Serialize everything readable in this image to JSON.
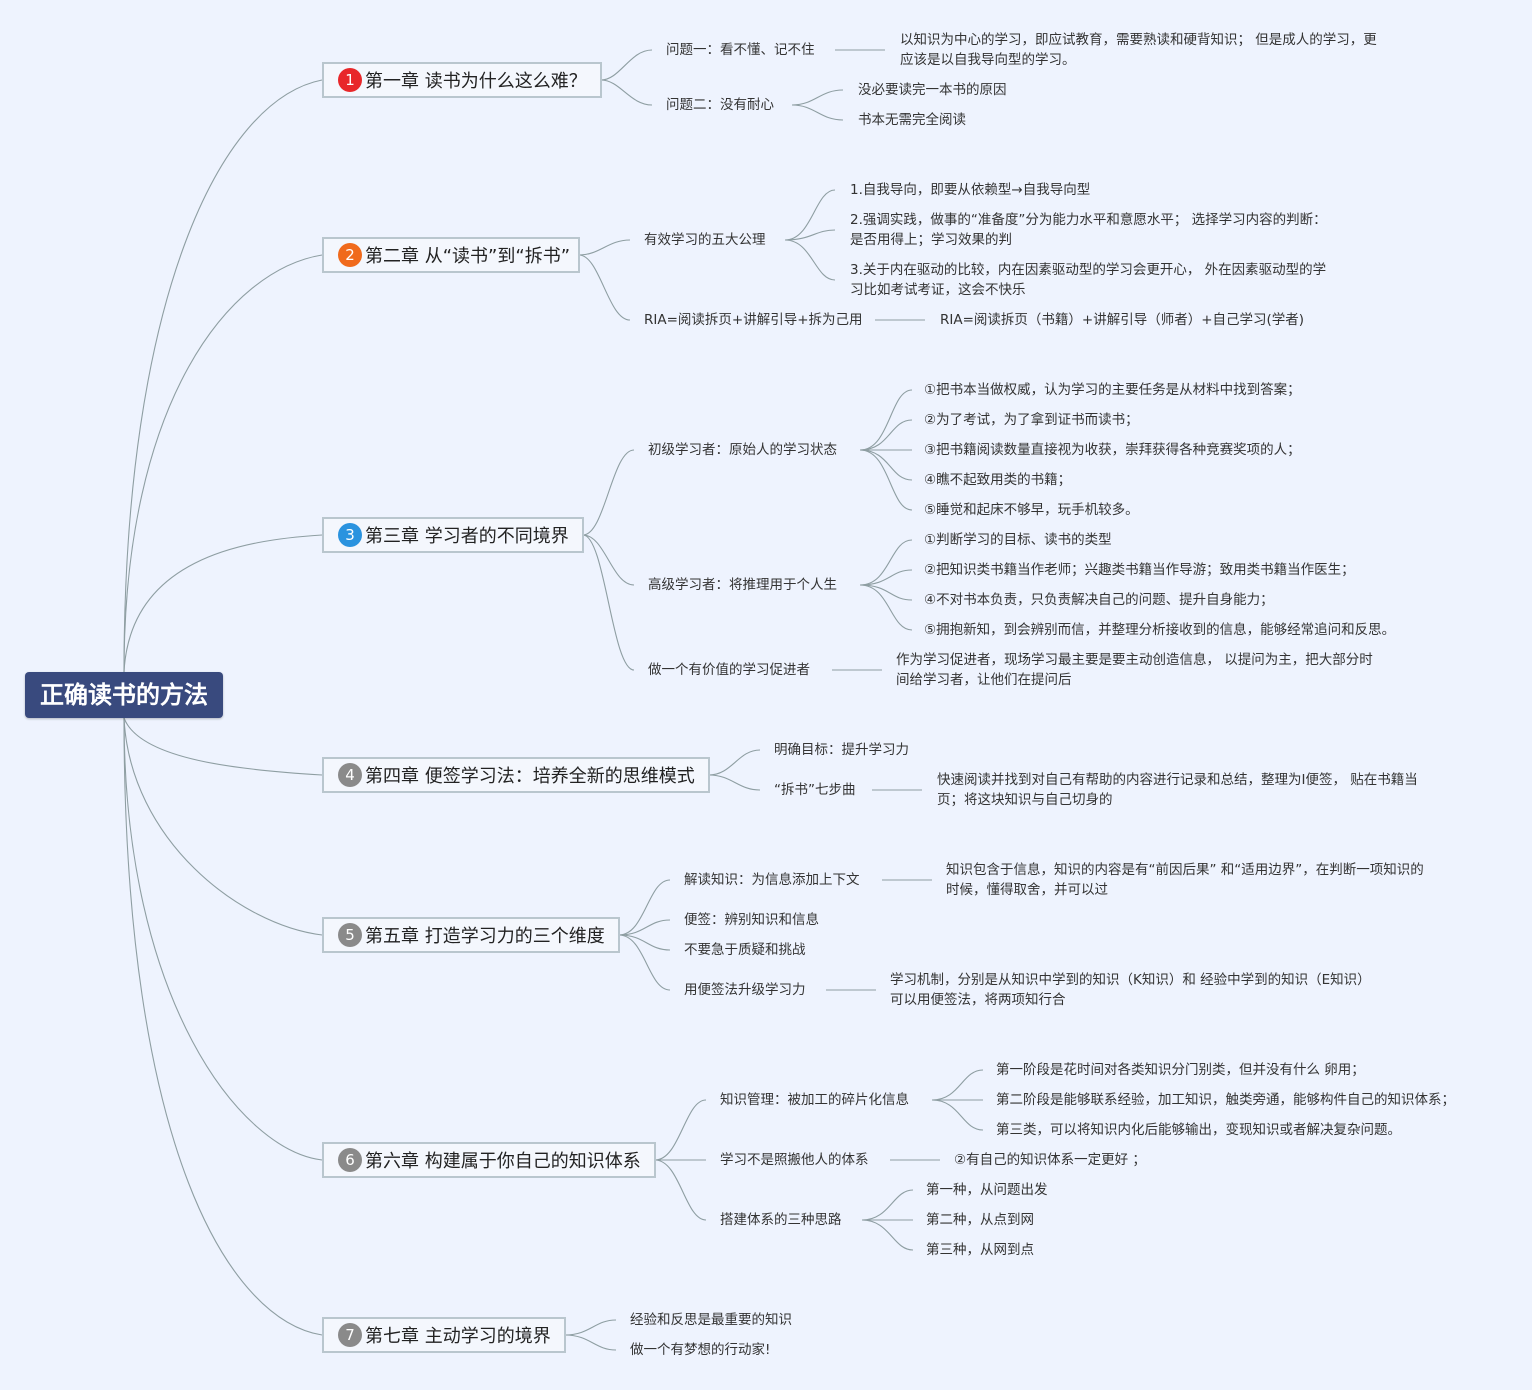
{
  "root": {
    "title": "正确读书的方法"
  },
  "badge_colors": {
    "red": "#e8272a",
    "orange": "#f06a1c",
    "blue": "#2a93df",
    "gray": "#8a8a8a"
  },
  "chapters": [
    {
      "num": "1",
      "label": "第一章 读书为什么这么难？"
    },
    {
      "num": "2",
      "label": "第二章 从“读书”到“拆书”"
    },
    {
      "num": "3",
      "label": "第三章 学习者的不同境界"
    },
    {
      "num": "4",
      "label": "第四章 便签学习法：培养全新的思维模式"
    },
    {
      "num": "5",
      "label": "第五章 打造学习力的三个维度"
    },
    {
      "num": "6",
      "label": "第六章 构建属于你自己的知识体系"
    },
    {
      "num": "7",
      "label": "第七章 主动学习的境界"
    }
  ],
  "ch1": {
    "q1": "问题一：看不懂、记不住",
    "q1_a": [
      "以知识为中心的学习，即应试教育，需要熟读和硬背知识； 但是成人的学习，更",
      "应该是以自我导向型的学习。"
    ],
    "q2": "问题二：没有耐心",
    "q2_a": [
      "没必要读完一本书的原因",
      "书本无需完全阅读"
    ]
  },
  "ch2": {
    "axioms": "有效学习的五大公理",
    "axiom_items": [
      "1.自我导向，即要从依赖型→自我导向型",
      "2.强调实践，做事的“准备度”分为能力水平和意愿水平； 选择学习内容的判断：",
      "是否用得上；学习效果的判",
      "3.关于内在驱动的比较，内在因素驱动型的学习会更开心， 外在因素驱动型的学",
      "习比如考试考证，这会不快乐"
    ],
    "ria": "RIA=阅读拆页+讲解引导+拆为己用",
    "ria_detail": "RIA=阅读拆页（书籍）+讲解引导（师者）+自己学习(学者)"
  },
  "ch3": {
    "beginner": "初级学习者：原始人的学习状态",
    "beginner_items": [
      "①把书本当做权威，认为学习的主要任务是从材料中找到答案；",
      "②为了考试，为了拿到证书而读书；",
      "③把书籍阅读数量直接视为收获，崇拜获得各种竞赛奖项的人；",
      "④瞧不起致用类的书籍；",
      "⑤睡觉和起床不够早，玩手机较多。"
    ],
    "advanced": "高级学习者：将推理用于个人生",
    "advanced_items": [
      "①判断学习的目标、读书的类型",
      "②把知识类书籍当作老师；兴趣类书籍当作导游；致用类书籍当作医生；",
      "④不对书本负责，只负责解决自己的问题、提升自身能力；",
      "⑤拥抱新知，到会辨别而信，并整理分析接收到的信息，能够经常追问和反思。"
    ],
    "promoter": "做一个有价值的学习促进者",
    "promoter_detail": [
      "作为学习促进者，现场学习最主要是要主动创造信息， 以提问为主，把大部分时",
      "间给学习者，让他们在提问后"
    ]
  },
  "ch4": {
    "goal": "明确目标：提升学习力",
    "steps": "“拆书”七步曲",
    "steps_detail": [
      "快速阅读并找到对自己有帮助的内容进行记录和总结，整理为I便签， 贴在书籍当",
      "页；将这块知识与自己切身的"
    ]
  },
  "ch5": {
    "interpret": "解读知识：为信息添加上下文",
    "interpret_detail": [
      "知识包含于信息，知识的内容是有“前因后果” 和“适用边界”，在判断一项知识的",
      "时候，懂得取舍，并可以过"
    ],
    "sticky": "便签：辨别知识和信息",
    "no_rush": "不要急于质疑和挑战",
    "upgrade": "用便签法升级学习力",
    "upgrade_detail": [
      "学习机制，分别是从知识中学到的知识（K知识）和 经验中学到的知识（E知识）",
      "可以用便签法，将两项知行合"
    ]
  },
  "ch6": {
    "km": "知识管理：被加工的碎片化信息",
    "km_items": [
      "第一阶段是花时间对各类知识分门别类，但并没有什么 卵用；",
      "第二阶段是能够联系经验，加工知识，触类旁通，能够构件自己的知识体系；",
      "第三类，可以将知识内化后能够输出，变现知识或者解决复杂问题。"
    ],
    "not_copy": "学习不是照搬他人的体系",
    "not_copy_detail": "②有自己的知识体系一定更好 ；",
    "three_ways": "搭建体系的三种思路",
    "three_ways_items": [
      "第一种，从问题出发",
      "第二种，从点到网",
      "第三种，从网到点"
    ]
  },
  "ch7": {
    "items": [
      "经验和反思是最重要的知识",
      "做一个有梦想的行动家!"
    ]
  }
}
